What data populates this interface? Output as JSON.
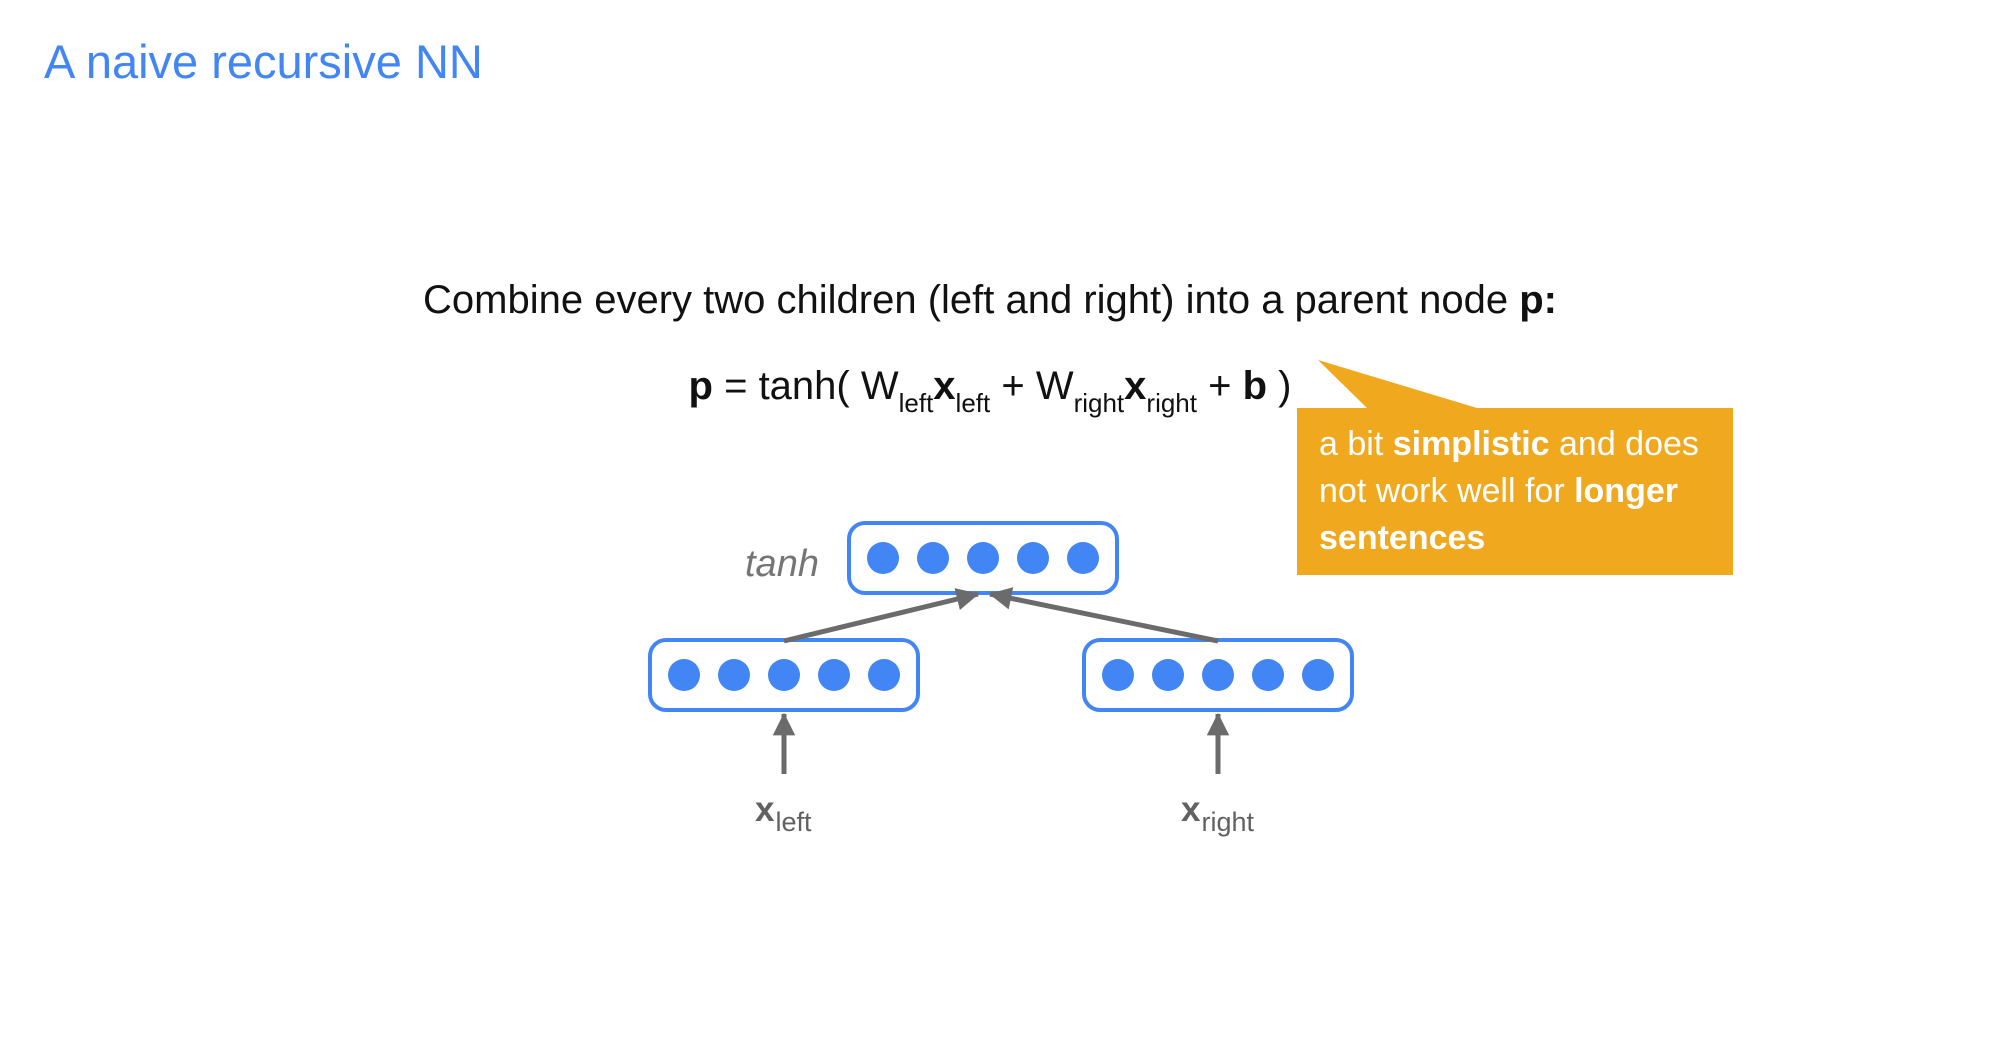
{
  "slide": {
    "title": "A naive recursive NN",
    "title_color": "#4285F4",
    "heading": {
      "text": "Combine every two children (left and right) into a parent node ",
      "emphasis": "p:"
    },
    "formula": {
      "p": "p",
      "eq": " = tanh( W",
      "sub_left": "left",
      "x": "x",
      "plus_w": " + W",
      "sub_right": "right",
      "plus": " + ",
      "b": "b",
      "close": " )"
    },
    "callout": {
      "seg_normal_1": "a bit ",
      "seg_bold_1": "simplistic",
      "seg_normal_2": " and does not work well for ",
      "seg_bold_2": "longer sentences",
      "background": "#F0A81E",
      "text_color": "#FFFFFF"
    },
    "diagram": {
      "activation_label": "tanh",
      "x_left": {
        "base": "x",
        "sub": "left"
      },
      "x_right": {
        "base": "x",
        "sub": "right"
      },
      "node_circle_count_per_box": 5,
      "box_count": 3,
      "node_color": "#4285F4",
      "box_border_color": "#4285F4",
      "box_fill_color": "#FFFFFF",
      "arrow_color": "#6B6B6B",
      "activation_label_color": "#757575",
      "input_label_color": "#616161"
    }
  }
}
